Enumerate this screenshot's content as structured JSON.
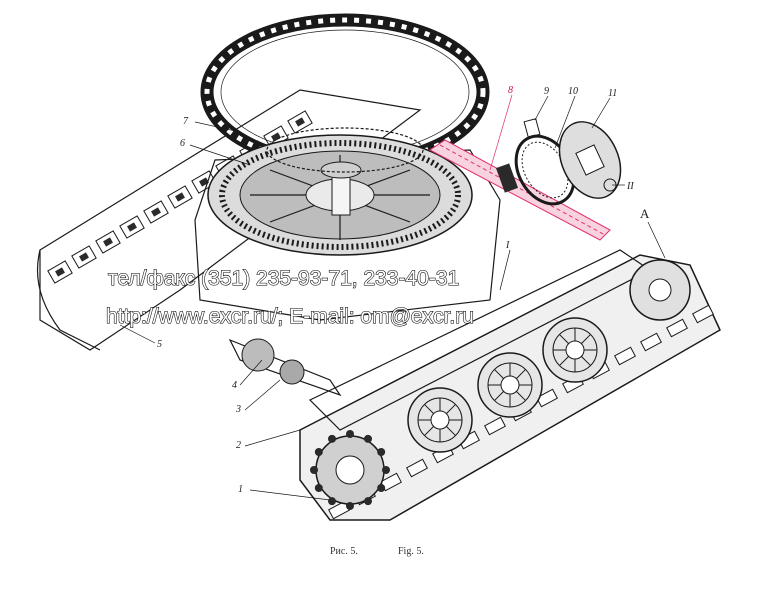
{
  "figure": {
    "callouts": [
      "1",
      "2",
      "3",
      "4",
      "5",
      "6",
      "7",
      "8",
      "9",
      "10",
      "11",
      "I",
      "II",
      "A"
    ],
    "caption_ru": "Рис. 5.",
    "caption_en": "Fig. 5."
  },
  "watermark": {
    "line1": "тел/факс (351) 235-93-71, 233-40-31",
    "line2": "http://www.excr.ru/; E-mail: om@excr.ru"
  },
  "colors": {
    "ink": "#1a1a1a",
    "highlight": "#e0306a",
    "paper": "#ffffff"
  }
}
